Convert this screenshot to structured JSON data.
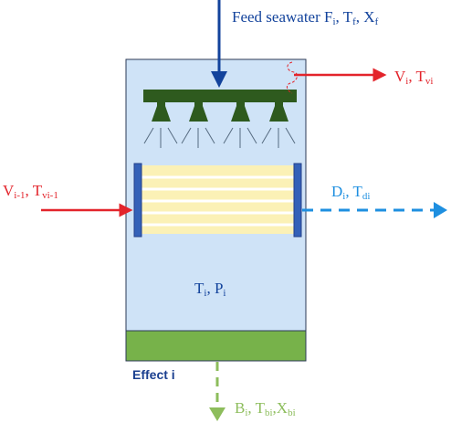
{
  "colors": {
    "vessel_fill": "#cfe3f7",
    "vessel_border": "#2b3a55",
    "spray_bar": "#2e5a1e",
    "heat_exchanger_plate": "#3461b8",
    "tube_fill": "#fbf1b6",
    "brine_pool": "#77b24a",
    "feed_arrow": "#13439c",
    "vapor_arrow": "#e3242b",
    "distillate_arrow": "#1e8fe0",
    "brine_arrow": "#8dbd5c",
    "effect_label": "#1a3f8f",
    "state_label": "#13439c"
  },
  "labels": {
    "feed": {
      "main": "Feed seawater F",
      "s1": "i",
      "sep1": ", T",
      "s2": "f",
      "sep2": ", X",
      "s3": "f"
    },
    "vapor_out": {
      "main": "V",
      "s1": "i",
      "sep1": ", T",
      "s2": "vi"
    },
    "vapor_in": {
      "main": "V",
      "s1": "i-1",
      "sep1": ", T",
      "s2": "vi-1"
    },
    "distillate": {
      "main": "D",
      "s1": "i",
      "sep1": ", T",
      "s2": "di"
    },
    "state": {
      "main": "T",
      "s1": "i",
      "sep1": ", P",
      "s2": "i"
    },
    "brine": {
      "main": "B",
      "s1": "i",
      "sep1": ", T",
      "s2": "bi",
      "sep2": ",X",
      "s3": "bi"
    },
    "effect": "Effect i"
  }
}
